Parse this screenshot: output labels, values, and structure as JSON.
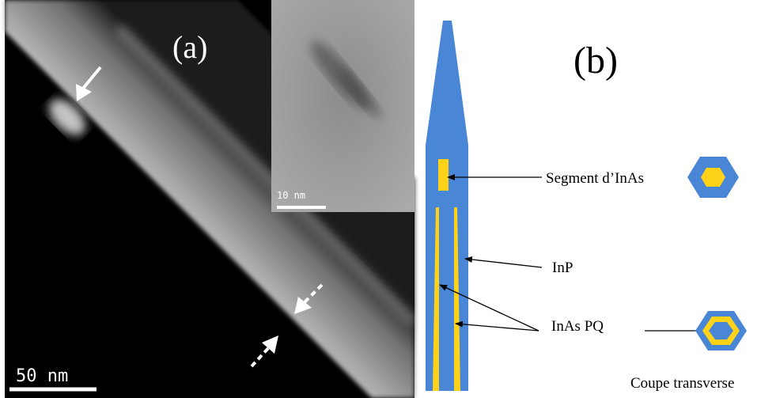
{
  "panel_a": {
    "label": "(a)",
    "scale_bar": "50 nm",
    "inset_scale_bar": "10 nm"
  },
  "panel_b": {
    "label": "(b)",
    "labels": {
      "segment": "Segment d’InAs",
      "inp": "InP",
      "qd": "InAs PQ",
      "cross_section": "Coupe transverse"
    }
  },
  "colors": {
    "shell": "#4a86d6",
    "core": "#ffd21a",
    "arrow": "#000000",
    "micrograph_bg": "#000000"
  }
}
